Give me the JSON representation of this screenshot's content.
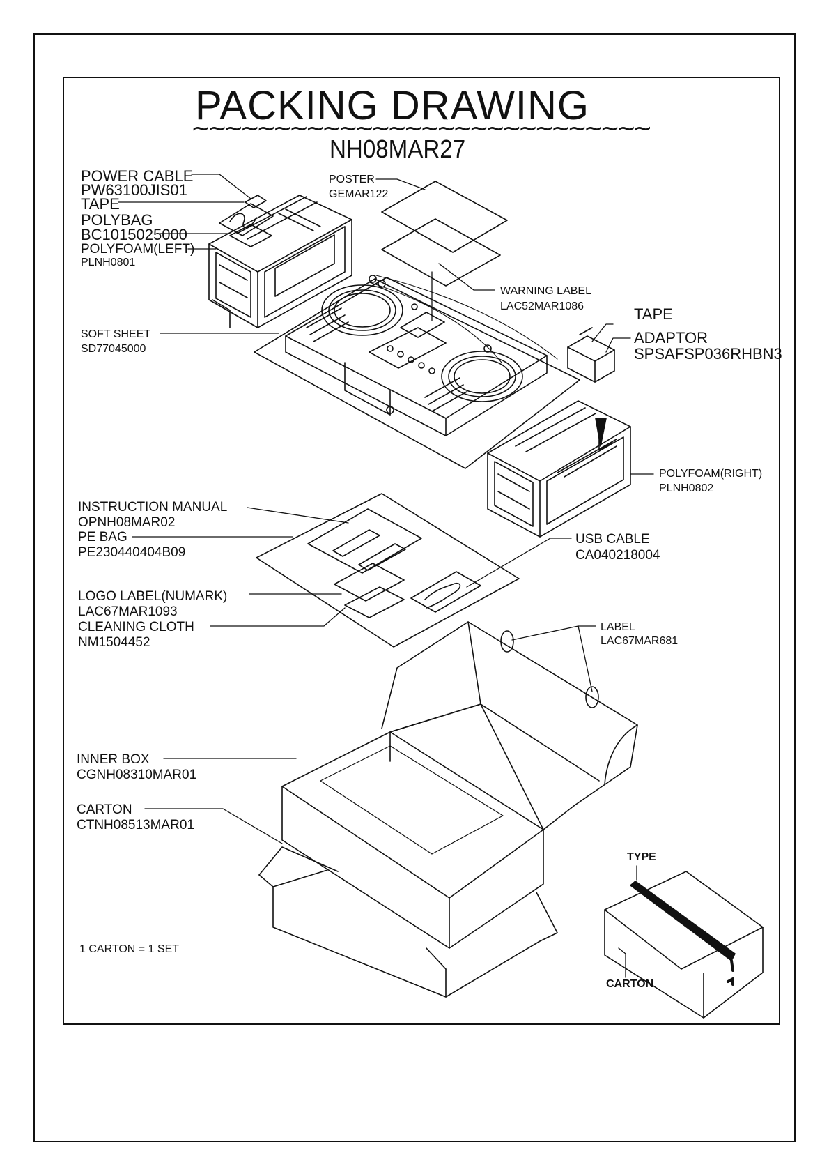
{
  "title": "PACKING DRAWING",
  "title_underline": "~~~~~~~~~~~~~~~~~~~~~~~~~~~~",
  "model": "NH08MAR27",
  "parts": {
    "power_cable": {
      "name": "POWER CABLE",
      "code": "PW63100JIS01"
    },
    "tape_left": {
      "name": "TAPE"
    },
    "polybag": {
      "name": "POLYBAG",
      "code": "BC1015025000"
    },
    "polyfoam_left": {
      "name": "POLYFOAM(LEFT)",
      "code": "PLNH0801"
    },
    "poster": {
      "name": "POSTER",
      "code": "GEMAR122"
    },
    "warning_label": {
      "name": "WARNING LABEL",
      "code": "LAC52MAR1086"
    },
    "tape_right": {
      "name": "TAPE"
    },
    "adaptor": {
      "name": "ADAPTOR",
      "code": "SPSAFSP036RHBN3"
    },
    "soft_sheet": {
      "name": "SOFT SHEET",
      "code": "SD77045000"
    },
    "polyfoam_right": {
      "name": "POLYFOAM(RIGHT)",
      "code": "PLNH0802"
    },
    "instruction_manual": {
      "name": "INSTRUCTION MANUAL",
      "code": "OPNH08MAR02"
    },
    "pe_bag": {
      "name": "PE BAG",
      "code": "PE230440404B09"
    },
    "usb_cable": {
      "name": "USB CABLE",
      "code": "CA040218004"
    },
    "logo_label": {
      "name": "LOGO LABEL(NUMARK)",
      "code": "LAC67MAR1093"
    },
    "cleaning_cloth": {
      "name": "CLEANING CLOTH",
      "code": "NM1504452"
    },
    "label": {
      "name": "LABEL",
      "code": "LAC67MAR681"
    },
    "inner_box": {
      "name": "INNER BOX",
      "code": "CGNH08310MAR01"
    },
    "carton": {
      "name": "CARTON",
      "code": "CTNH08513MAR01"
    }
  },
  "note": "1 CARTON = 1 SET",
  "sealed_box": {
    "type_label": "TYPE",
    "carton_label": "CARTON"
  }
}
